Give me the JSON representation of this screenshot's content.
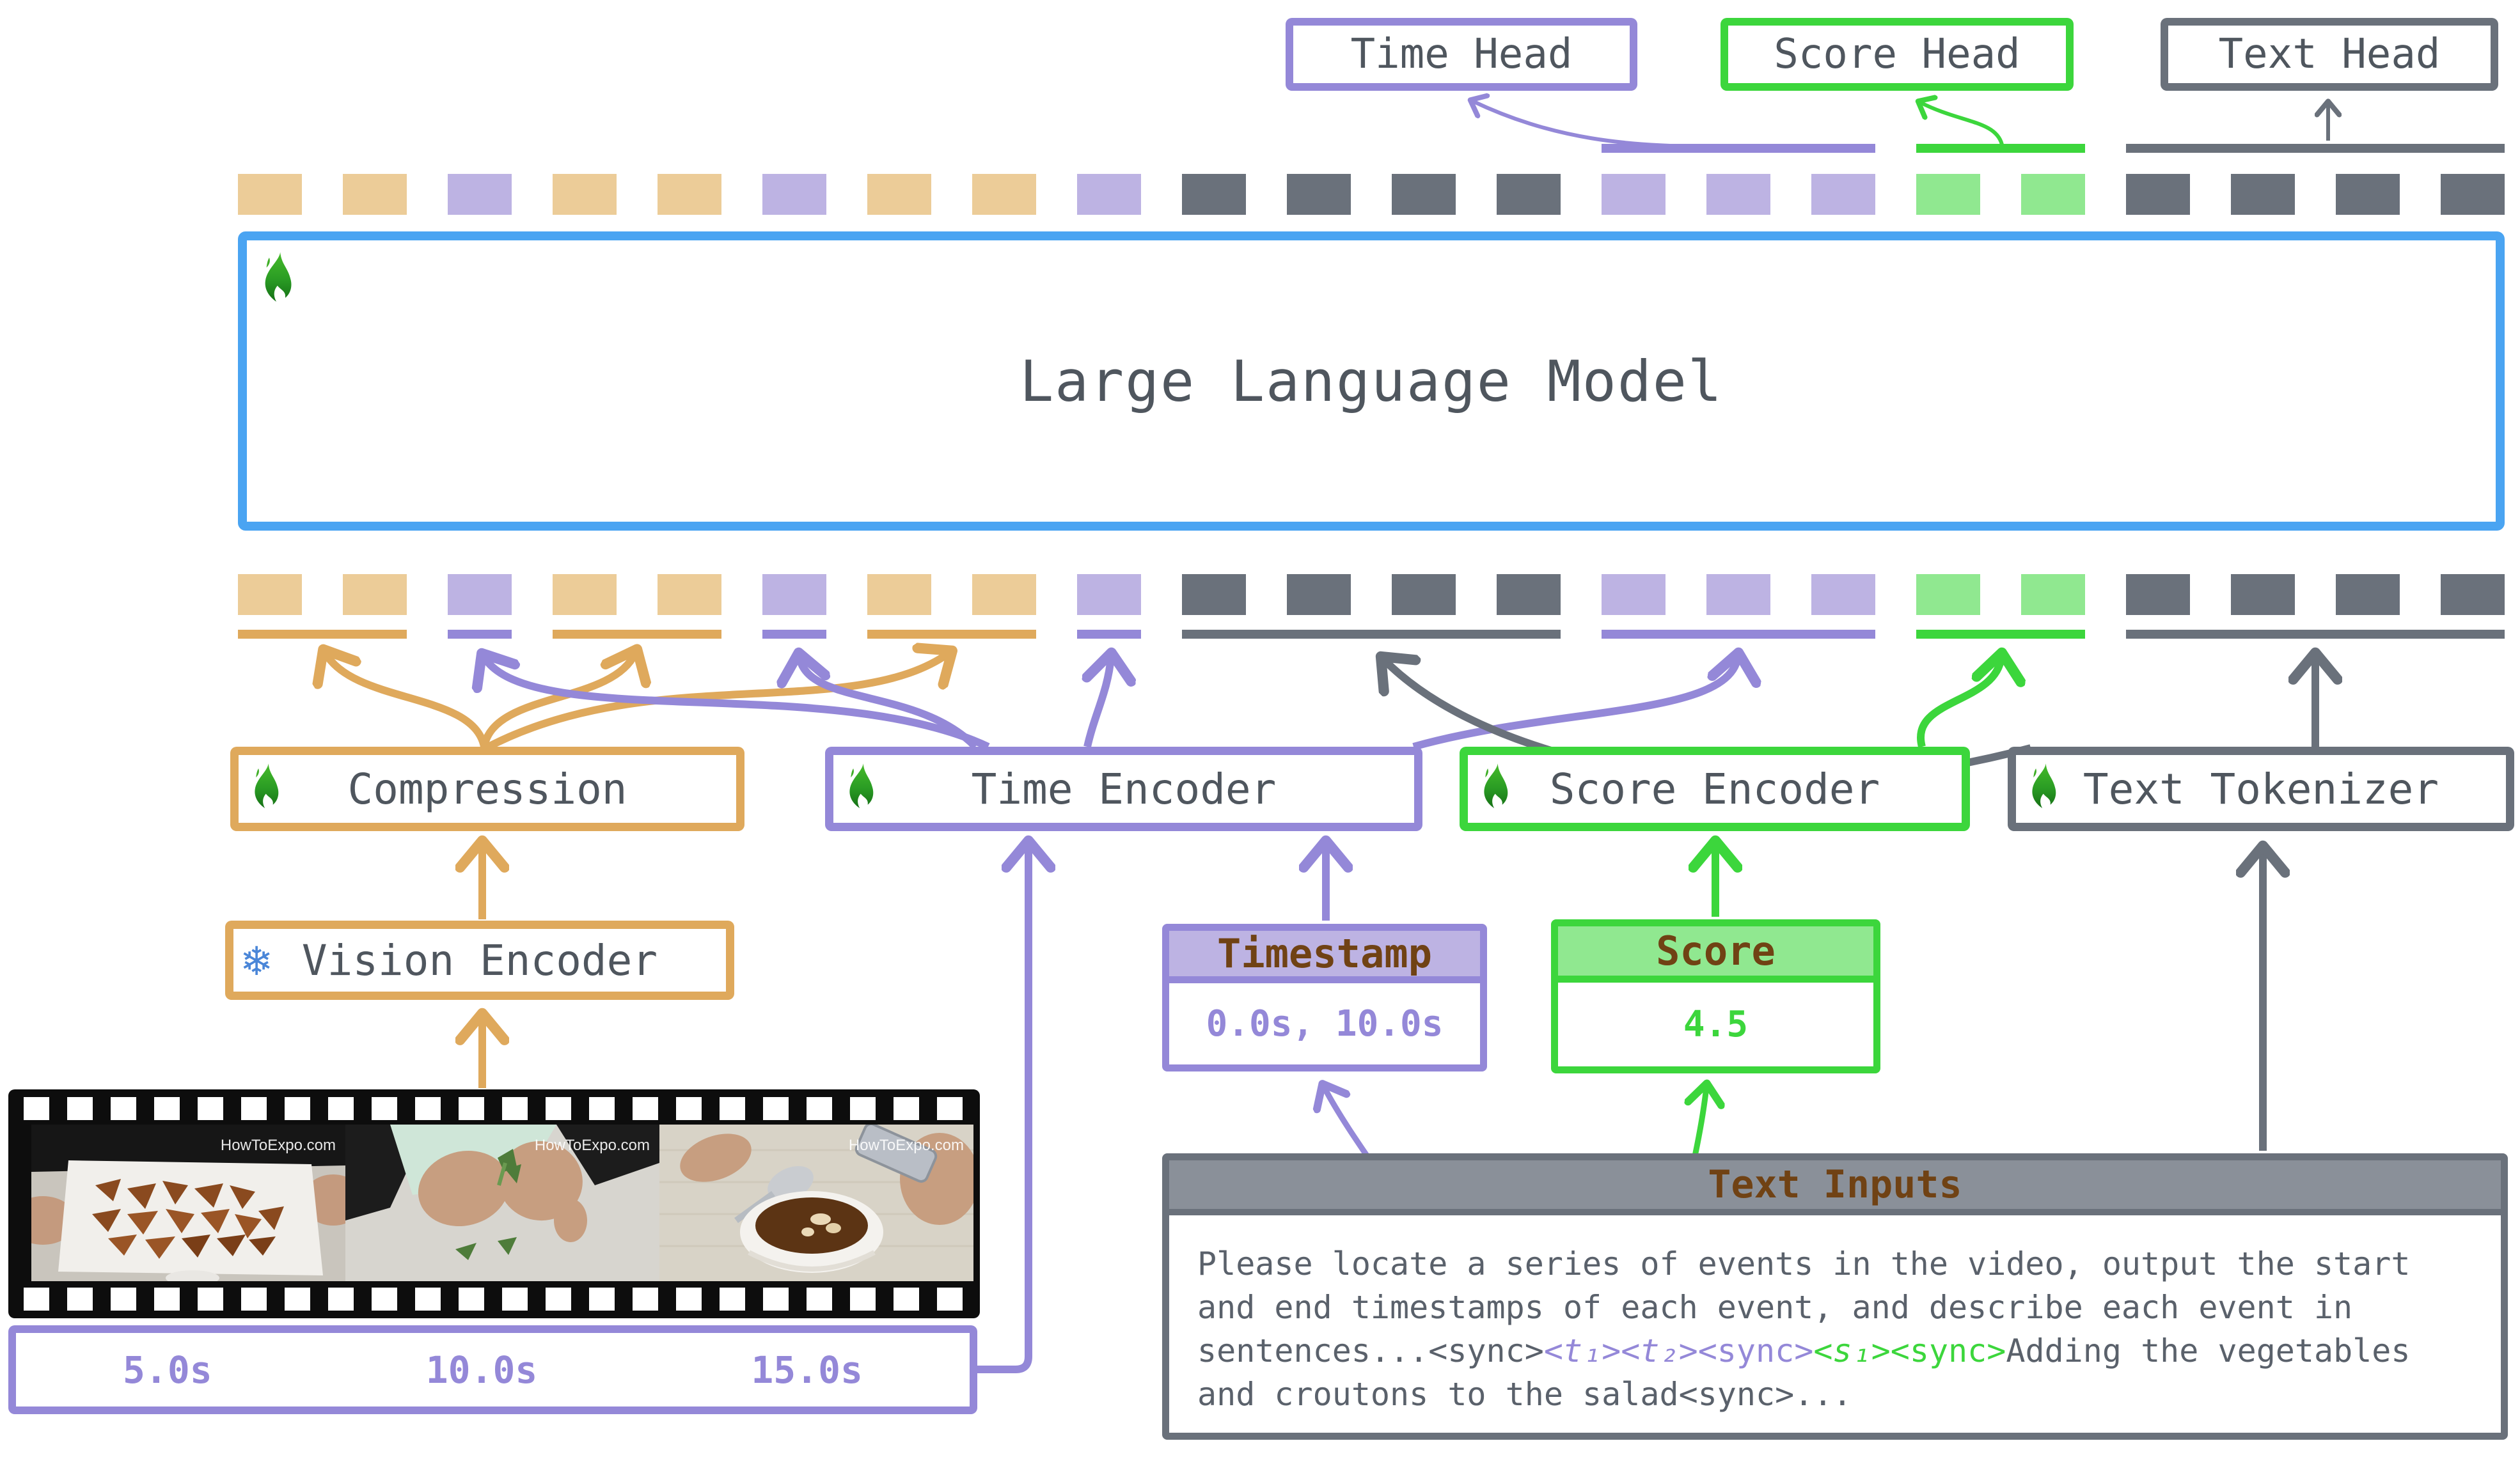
{
  "palette": {
    "tan": "#DFA95C",
    "tan_light": "#ECCC98",
    "purple": "#9488D8",
    "purple_light": "#BDB3E3",
    "green": "#3CD63C",
    "green_light": "#90E890",
    "gray": "#6A717B",
    "blue": "#4AA4F2",
    "ink": "#4F565E",
    "brown": "#704214"
  },
  "heads": {
    "time": {
      "label": "Time Head"
    },
    "score": {
      "label": "Score Head"
    },
    "text": {
      "label": "Text Head"
    }
  },
  "llm": {
    "label": "Large Language Model",
    "icon": "flame"
  },
  "tokens": {
    "top": [
      "tan",
      "tan",
      "purple",
      "tan",
      "tan",
      "purple",
      "tan",
      "tan",
      "purple",
      "gray",
      "gray",
      "gray",
      "gray",
      "purple",
      "purple",
      "purple",
      "green",
      "green",
      "gray",
      "gray",
      "gray",
      "gray"
    ],
    "bottom": [
      "tan",
      "tan",
      "purple",
      "tan",
      "tan",
      "purple",
      "tan",
      "tan",
      "purple",
      "gray",
      "gray",
      "gray",
      "gray",
      "purple",
      "purple",
      "purple",
      "green",
      "green",
      "gray",
      "gray",
      "gray",
      "gray"
    ]
  },
  "bars": {
    "top": [
      {
        "color": "purple",
        "from": 13,
        "to": 15
      },
      {
        "color": "green",
        "from": 16,
        "to": 17
      },
      {
        "color": "gray",
        "from": 18,
        "to": 21
      }
    ],
    "bottom": [
      {
        "color": "tan",
        "from": 0,
        "to": 1
      },
      {
        "color": "purple",
        "from": 2,
        "to": 2
      },
      {
        "color": "tan",
        "from": 3,
        "to": 4
      },
      {
        "color": "purple",
        "from": 5,
        "to": 5
      },
      {
        "color": "tan",
        "from": 6,
        "to": 7
      },
      {
        "color": "purple",
        "from": 8,
        "to": 8
      },
      {
        "color": "gray",
        "from": 9,
        "to": 12
      },
      {
        "color": "purple",
        "from": 13,
        "to": 15
      },
      {
        "color": "green",
        "from": 16,
        "to": 17
      },
      {
        "color": "gray",
        "from": 18,
        "to": 21
      }
    ]
  },
  "encoders": {
    "compression": {
      "label": "Compression",
      "icon": "flame"
    },
    "time_encoder": {
      "label": "Time Encoder",
      "icon": "flame"
    },
    "score_encoder": {
      "label": "Score Encoder",
      "icon": "flame"
    },
    "text_tokenizer": {
      "label": "Text Tokenizer",
      "icon": "flame"
    }
  },
  "vision_encoder": {
    "label": "Vision Encoder",
    "icon": "snowflake"
  },
  "video": {
    "frames": [
      {
        "watermark": "HowToExpo.com"
      },
      {
        "watermark": "HowToExpo.com"
      },
      {
        "watermark": "HowToExpo.com"
      }
    ],
    "frame_times": [
      "5.0s",
      "10.0s",
      "15.0s"
    ]
  },
  "timestamp_box": {
    "title": "Timestamp",
    "value": "0.0s, 10.0s"
  },
  "score_box": {
    "title": "Score",
    "value": "4.5"
  },
  "text_inputs": {
    "title": "Text Inputs",
    "lines": [
      [
        {
          "t": "Please locate a series of events in the video, output the start",
          "c": "gray"
        }
      ],
      [
        {
          "t": "and end timestamps of each event, and describe each event in",
          "c": "gray"
        }
      ],
      [
        {
          "t": "sentences...<sync>",
          "c": "gray"
        },
        {
          "t": "<t₁><t₂>",
          "c": "purple",
          "i": true
        },
        {
          "t": "<sync>",
          "c": "purple"
        },
        {
          "t": "<s₁>",
          "c": "green",
          "i": true
        },
        {
          "t": "<sync>",
          "c": "green"
        },
        {
          "t": "Adding the vegetables",
          "c": "gray"
        }
      ],
      [
        {
          "t": "and croutons to the salad<sync>...",
          "c": "gray"
        }
      ]
    ]
  }
}
